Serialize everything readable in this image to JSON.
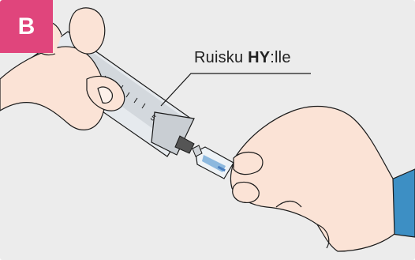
{
  "badge": {
    "text": "B",
    "color": "#e0457c"
  },
  "callout": {
    "prefix": "Ruisku ",
    "bold": "HY",
    "suffix": ":lle"
  },
  "syringe": {
    "scale_mark": "5"
  },
  "colors": {
    "background": "#ececec",
    "skin": "#fbe3d6",
    "skin_outline": "#1a1a1a",
    "sleeve": "#3d8fc4"
  }
}
